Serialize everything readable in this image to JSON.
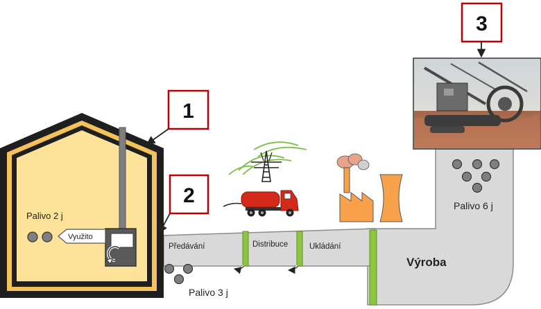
{
  "markers": [
    "1",
    "2",
    "3"
  ],
  "house": {
    "fuel_label": "Palivo 2 j",
    "use_label": "Využito"
  },
  "pipe": {
    "stage_labels": [
      "Předávání",
      "Distribuce",
      "Ukládání"
    ],
    "production_label": "Výroba"
  },
  "losses": {
    "transfer_fuel_label": "Palivo 3 j",
    "production_fuel_label": "Palivo 6 j"
  },
  "colors": {
    "house_outer": "#1f1f1f",
    "house_fill": "#fde39a",
    "house_stripe": "#f3c25a",
    "pipe_fill": "#d9d9d9",
    "pipe_edge": "#8c8c8c",
    "joint": "#8cc63f",
    "marker_border": "#c00000",
    "factory": "#f7a24a",
    "truck_red": "#d42a1a",
    "pylon_wave": "#7ac143",
    "coal": "#7f7f7f"
  },
  "icons": [
    "house-icon",
    "stove-icon",
    "pylon-icon",
    "tanker-truck-icon",
    "power-plant-icon",
    "excavator-photo"
  ]
}
